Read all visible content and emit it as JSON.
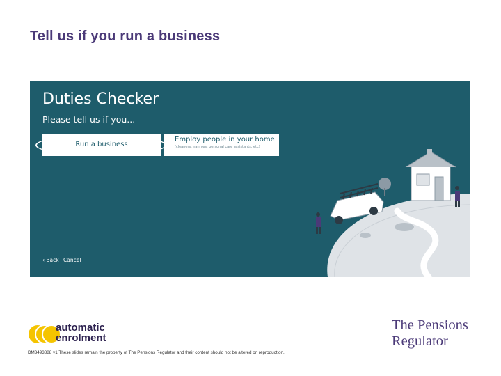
{
  "slide": {
    "title": "Tell us if you run a business"
  },
  "duties_checker": {
    "title": "Duties Checker",
    "subtitle": "Please tell us if you...",
    "options": [
      {
        "label": "Run a business",
        "selected": true
      },
      {
        "label": "Employ people in your home",
        "sublabel": "(cleaners, nannies, personal care assistants, etc)"
      }
    ],
    "back_label": "‹ Back",
    "cancel_label": "Cancel"
  },
  "logos": {
    "automatic_enrolment_line1": "automatic",
    "automatic_enrolment_line2": "enrolment",
    "pensions_regulator_line1": "The Pensions",
    "pensions_regulator_line2": "Regulator"
  },
  "footer": {
    "note": "DM3493888 v1 These slides remain the property of The Pensions Regulator and their content should not be altered on reproduction."
  },
  "colors": {
    "panel_background": "#1e5c6b",
    "title_purple": "#4b3a78",
    "logo_yellow": "#f5c400"
  }
}
